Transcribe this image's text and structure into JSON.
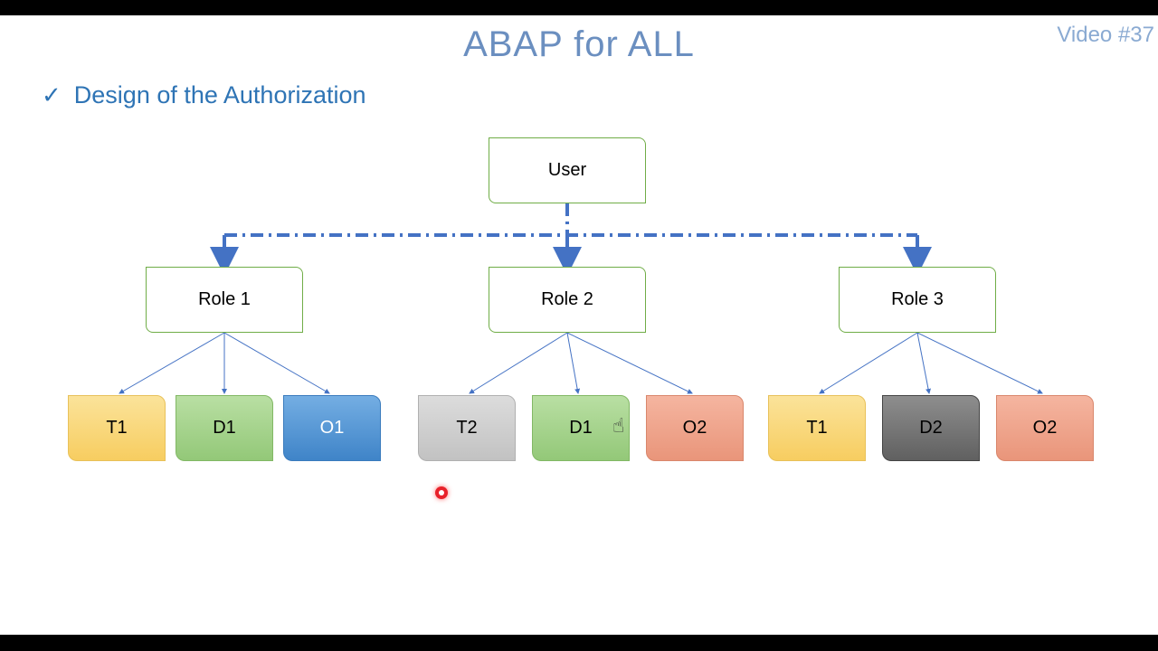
{
  "header": {
    "title": "ABAP for ALL",
    "video_tag": "Video #37"
  },
  "bullet": {
    "text": "Design of the Authorization"
  },
  "diagram": {
    "user": "User",
    "roles": [
      "Role 1",
      "Role 2",
      "Role 3"
    ],
    "objects": [
      {
        "label": "T1",
        "color": "#f7cd60"
      },
      {
        "label": "D1",
        "color": "#93c878"
      },
      {
        "label": "O1",
        "color": "#3f84c8"
      },
      {
        "label": "T2",
        "color": "#c2c2c2"
      },
      {
        "label": "D1",
        "color": "#93c878"
      },
      {
        "label": "O2",
        "color": "#e9957a"
      },
      {
        "label": "T1",
        "color": "#f7cd60"
      },
      {
        "label": "D2",
        "color": "#606060"
      },
      {
        "label": "O2",
        "color": "#e9957a"
      }
    ],
    "colors": {
      "link": "#4472c4",
      "node_border": "#70ad47",
      "title": "#6b8fc0"
    }
  }
}
